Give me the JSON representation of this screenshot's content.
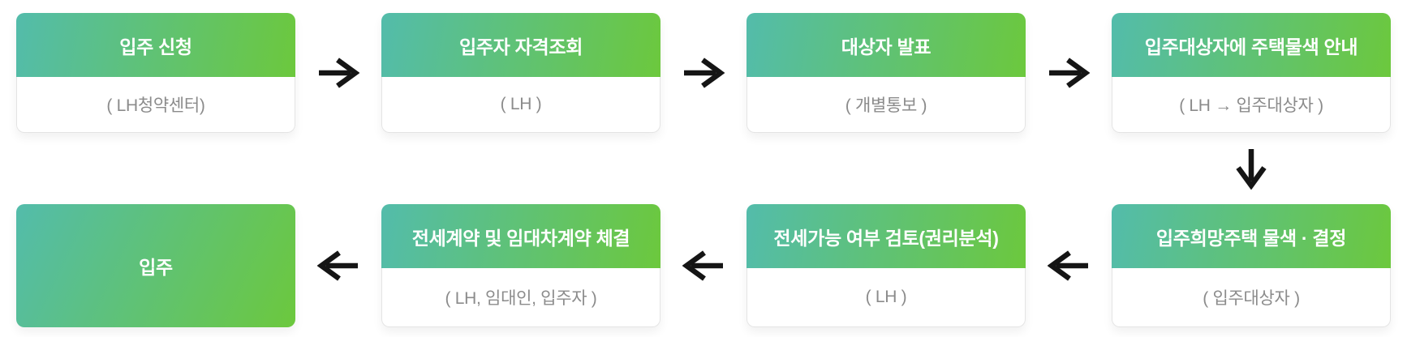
{
  "colors": {
    "gradient_start": "#53bcab",
    "gradient_end": "#6cc83d",
    "subtitle_text": "#8b8b8b",
    "arrow": "#151515"
  },
  "steps": [
    {
      "title": "입주 신청",
      "subtitle": "( LH청약센터)"
    },
    {
      "title": "입주자 자격조회",
      "subtitle": "( LH )"
    },
    {
      "title": "대상자 발표",
      "subtitle": "( 개별통보 )"
    },
    {
      "title": "입주대상자에 주택물색 안내",
      "subtitle": "( LH → 입주대상자 )"
    },
    {
      "title": "입주희망주택 물색 · 결정",
      "subtitle": "( 입주대상자 )"
    },
    {
      "title": "전세가능 여부 검토(권리분석)",
      "subtitle": "( LH )"
    },
    {
      "title": "전세계약 및 임대차계약 체결",
      "subtitle": "( LH, 임대인, 입주자 )"
    },
    {
      "title": "입주",
      "subtitle": ""
    }
  ]
}
